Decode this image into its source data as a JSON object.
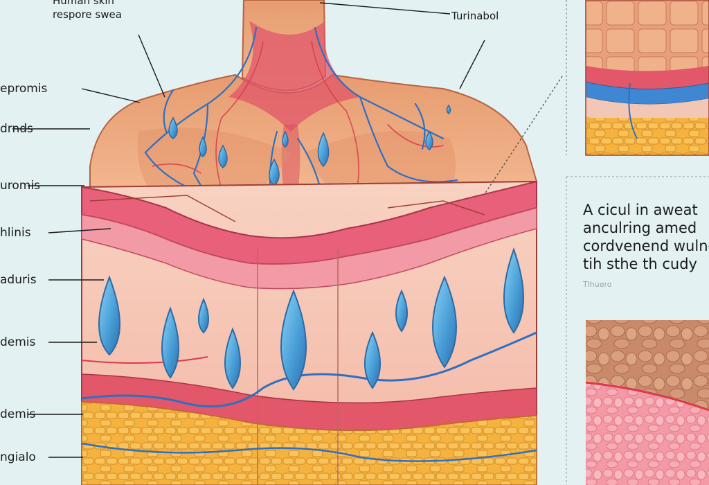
{
  "labels": {
    "top_left_line1": "Human skin",
    "top_left_line2": "respore swea",
    "top_right": "Turinabol",
    "left": [
      "epromis",
      "drnds",
      "uromis",
      "hlinis",
      "aduris",
      "demis",
      "demis",
      "ngialo"
    ]
  },
  "caption": {
    "lines": [
      "A cicul in awеat",
      "anculring amed",
      "cordvenend wulnd",
      "tih sthe th cudy"
    ],
    "sub": "Tlhuero"
  },
  "colors": {
    "background": "#e3f1f3",
    "skin": "#e8a37a",
    "epidermis": "#e8607a",
    "dermis": "#f7c9b8",
    "fat": "#f2a93b",
    "sweat": "#5bb0e0",
    "vein": "#2f6fc0",
    "artery": "#d93a4a"
  }
}
